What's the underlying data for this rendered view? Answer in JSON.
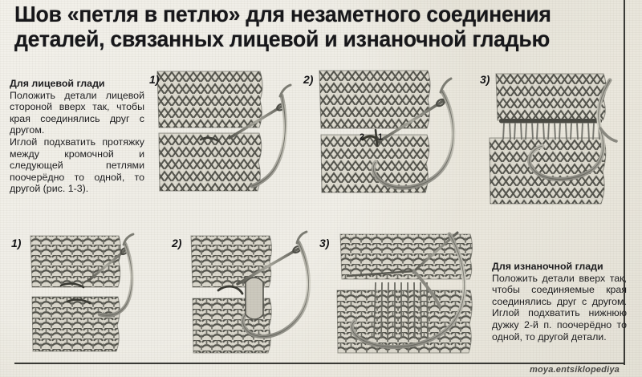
{
  "title": "Шов «петля в петлю» для незаметного соединения\nдеталей, связанных лицевой и изнаночной гладью",
  "colors": {
    "paper": "#e9e6dc",
    "ink": "#1d1d1f",
    "rule": "#3a3a36",
    "yarn_light": "#bdbcb2",
    "yarn_dark": "#56564f",
    "needle": "#6a6a62"
  },
  "sections": {
    "face": {
      "heading": "Для лицевой глади",
      "paragraphs": [
        "Положить детали лицевой стороной вверх так, чтобы края соединялись друг с другом.",
        "Иглой подхватить протяжку между кромочной и следующей петлями поочерёдно то одной, то другой (рис. 1-3)."
      ]
    },
    "purl": {
      "heading": "Для изнаночной глади",
      "paragraphs": [
        "Положить детали вверх так, чтобы соединяемые края соединялись друг с другом. Иглой подхватить нижнюю дужку 2-й п. поочерёдно то одной, то другой детали."
      ]
    }
  },
  "figures": {
    "top_row": [
      {
        "num": "1)",
        "caption_labels": []
      },
      {
        "num": "2)",
        "caption_labels": [
          "2",
          "1"
        ]
      },
      {
        "num": "3)",
        "caption_labels": []
      }
    ],
    "bottom_row": [
      {
        "num": "1)",
        "caption_labels": []
      },
      {
        "num": "2)",
        "caption_labels": []
      },
      {
        "num": "3)",
        "caption_labels": []
      }
    ]
  },
  "watermark": "moya.entsiklopediya"
}
